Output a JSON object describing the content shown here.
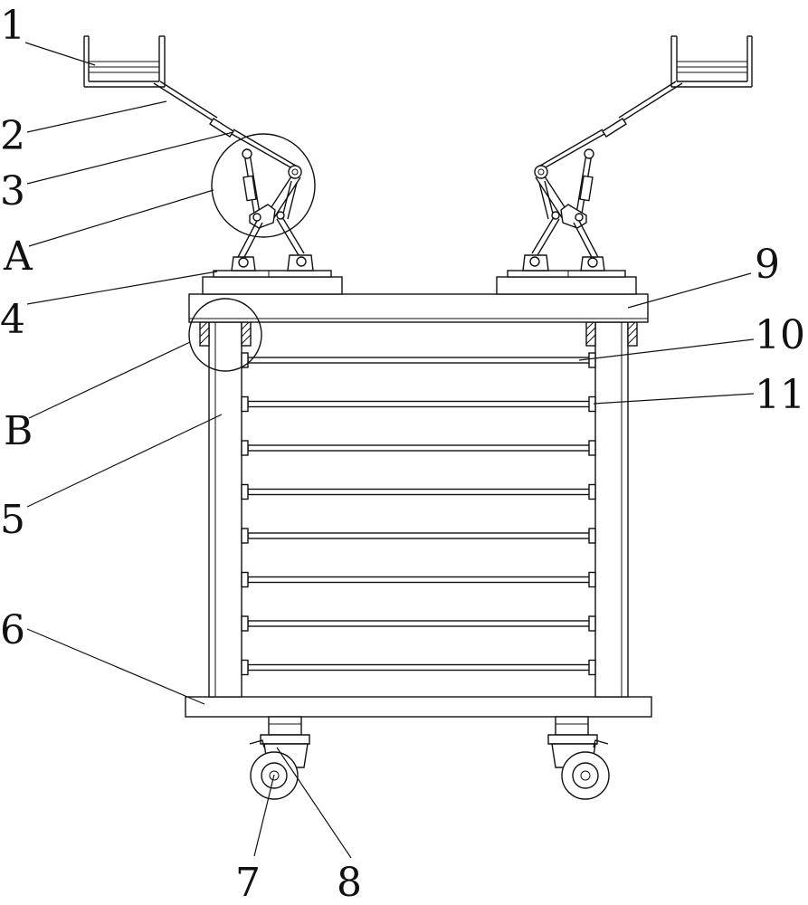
{
  "figure": {
    "labels": [
      {
        "id": "label-1",
        "text": "1"
      },
      {
        "id": "label-2",
        "text": "2"
      },
      {
        "id": "label-3",
        "text": "3"
      },
      {
        "id": "label-a",
        "text": "A"
      },
      {
        "id": "label-4",
        "text": "4"
      },
      {
        "id": "label-9",
        "text": "9"
      },
      {
        "id": "label-10",
        "text": "10"
      },
      {
        "id": "label-11",
        "text": "11"
      },
      {
        "id": "label-b",
        "text": "B"
      },
      {
        "id": "label-5",
        "text": "5"
      },
      {
        "id": "label-6",
        "text": "6"
      },
      {
        "id": "label-7",
        "text": "7"
      },
      {
        "id": "label-8",
        "text": "8"
      }
    ],
    "shelf_bars": 8,
    "colors": {
      "line": "#111111",
      "background": "#ffffff"
    }
  }
}
